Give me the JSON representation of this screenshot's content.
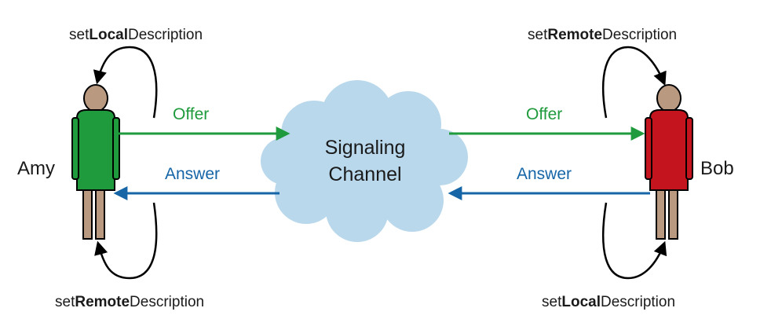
{
  "title": "",
  "colors": {
    "offer": "#1f9a3c",
    "answer": "#1565a7",
    "cloud": "#b9d8ec",
    "skin": "#b99a80",
    "amy_shirt": "#1f9a3c",
    "bob_shirt": "#c4141e",
    "loop": "#000000"
  },
  "icons": {
    "amy": "person-figure",
    "bob": "person-figure",
    "channel": "cloud-shape"
  },
  "amy": {
    "name": "Amy",
    "top_call": {
      "prefix": "set",
      "bold": "Local",
      "suffix": "Description"
    },
    "bottom_call": {
      "prefix": "set",
      "bold": "Remote",
      "suffix": "Description"
    }
  },
  "bob": {
    "name": "Bob",
    "top_call": {
      "prefix": "set",
      "bold": "Remote",
      "suffix": "Description"
    },
    "bottom_call": {
      "prefix": "set",
      "bold": "Local",
      "suffix": "Description"
    }
  },
  "channel": {
    "line1": "Signaling",
    "line2": "Channel"
  },
  "messages": {
    "left_offer": "Offer",
    "left_answer": "Answer",
    "right_offer": "Offer",
    "right_answer": "Answer"
  }
}
